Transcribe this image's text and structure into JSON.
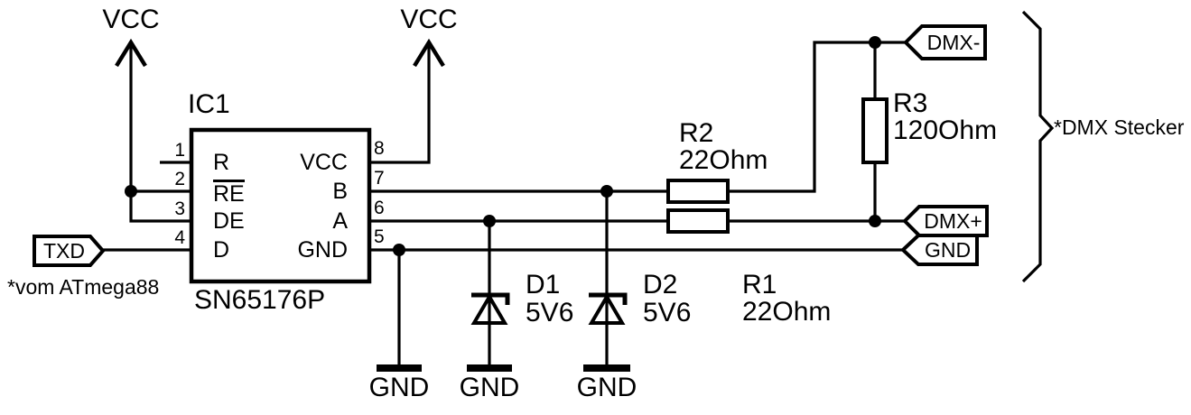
{
  "schematic": {
    "ic": {
      "ref": "IC1",
      "part": "SN65176P",
      "pins": {
        "p1": {
          "num": "1",
          "name": "R"
        },
        "p2": {
          "num": "2",
          "name": "RE"
        },
        "p3": {
          "num": "3",
          "name": "DE"
        },
        "p4": {
          "num": "4",
          "name": "D"
        },
        "p5": {
          "num": "5",
          "name": "GND"
        },
        "p6": {
          "num": "6",
          "name": "A"
        },
        "p7": {
          "num": "7",
          "name": "B"
        },
        "p8": {
          "num": "8",
          "name": "VCC"
        }
      }
    },
    "supplies": {
      "vcc_left": "VCC",
      "vcc_right": "VCC"
    },
    "grounds": {
      "g1": "GND",
      "g2": "GND",
      "g3": "GND"
    },
    "flags": {
      "txd": "TXD",
      "dmx_minus": "DMX-",
      "dmx_plus": "DMX+",
      "gnd": "GND"
    },
    "resistors": {
      "r1": {
        "ref": "R1",
        "value": "22Ohm"
      },
      "r2": {
        "ref": "R2",
        "value": "22Ohm"
      },
      "r3": {
        "ref": "R3",
        "value": "120Ohm"
      }
    },
    "diodes": {
      "d1": {
        "ref": "D1",
        "value": "5V6"
      },
      "d2": {
        "ref": "D2",
        "value": "5V6"
      }
    },
    "notes": {
      "txd_source": "*vom ATmega88",
      "dmx_connector": "*DMX Stecker"
    },
    "colors": {
      "ink": "#000000",
      "background": "#ffffff"
    }
  }
}
